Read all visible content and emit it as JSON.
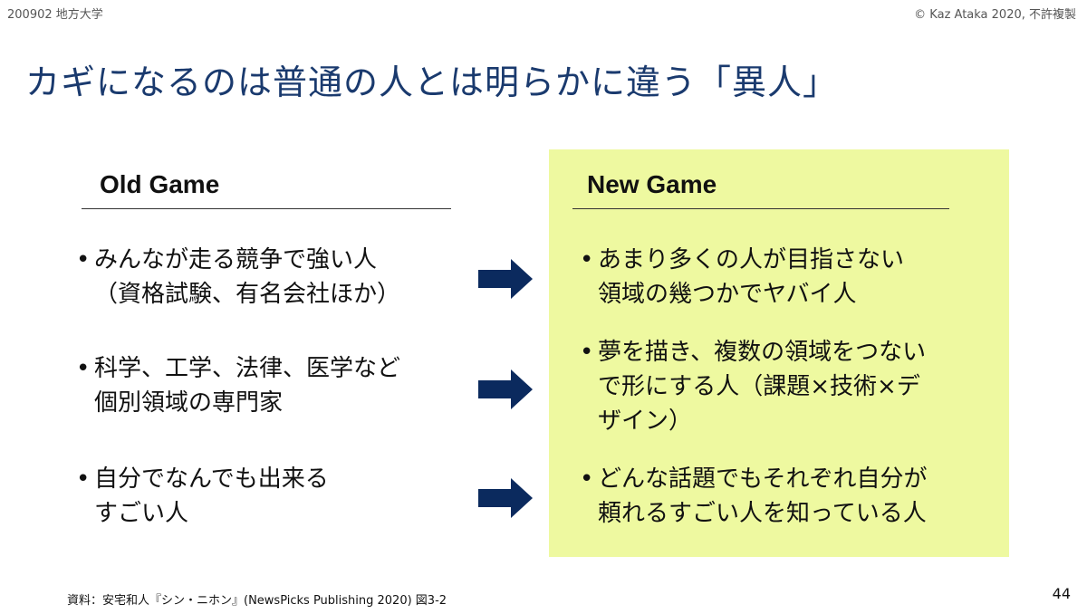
{
  "header": {
    "left": "200902 地方大学",
    "right": "© Kaz Ataka 2020, 不許複製"
  },
  "title": "カギになるのは普通の人とは明らかに違う「異人」",
  "old_game": {
    "heading": "Old Game",
    "items": [
      {
        "lines": [
          "みんなが走る競争で強い人",
          "（資格試験、有名会社ほか）"
        ]
      },
      {
        "lines": [
          "科学、工学、法律、医学など",
          "個別領域の専門家"
        ]
      },
      {
        "lines": [
          "自分でなんでも出来る",
          "すごい人"
        ]
      }
    ]
  },
  "new_game": {
    "heading": "New Game",
    "panel_color": "#eef9a0",
    "items": [
      {
        "lines": [
          "あまり多くの人が目指さない",
          "領域の幾つかでヤバイ人"
        ]
      },
      {
        "lines": [
          "夢を描き、複数の領域をつない",
          "で形にする人（課題×技術×デ",
          "ザイン）"
        ]
      },
      {
        "lines": [
          "どんな話題でもそれぞれ自分が",
          "頼れるすごい人を知っている人"
        ]
      }
    ]
  },
  "bullet": "•",
  "arrow_color": "#0b2a5e",
  "arrow_icon": "right-arrow-icon",
  "footer": {
    "source": "資料：安宅和人『シン・ニホン』(NewsPicks Publishing 2020) 図3-2",
    "page_number": "44"
  }
}
